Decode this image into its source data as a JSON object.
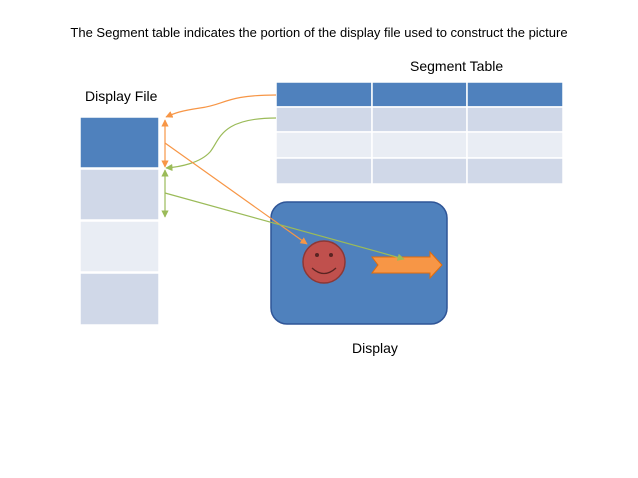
{
  "title": "The Segment table indicates the portion of the display file used to construct the picture",
  "labels": {
    "segment_table": "Segment Table",
    "display_file": "Display File",
    "display": "Display"
  },
  "colors": {
    "blue": "#4f81bd",
    "light_blue_gray": "#d0d8e8",
    "very_light_blue": "#e9edf4",
    "border_dark_blue": "#2f5597",
    "face_fill": "#c0504d",
    "face_stroke": "#8c3836",
    "arrow_orange": "#f79646",
    "connector_orange": "#f79646",
    "connector_green": "#9bbb59"
  },
  "display_file": {
    "segments": [
      {
        "shade": "blue"
      },
      {
        "shade": "light_blue_gray"
      },
      {
        "shade": "very_light_blue"
      },
      {
        "shade": "light_blue_gray"
      }
    ]
  },
  "segment_table": {
    "rows": [
      {
        "shade": "blue"
      },
      {
        "shade": "light_blue_gray"
      },
      {
        "shade": "very_light_blue"
      },
      {
        "shade": "light_blue_gray"
      }
    ],
    "columns": 3
  },
  "display": {
    "contents": [
      {
        "icon": "smiley-face-icon"
      },
      {
        "icon": "orange-arrow-icon"
      }
    ]
  }
}
